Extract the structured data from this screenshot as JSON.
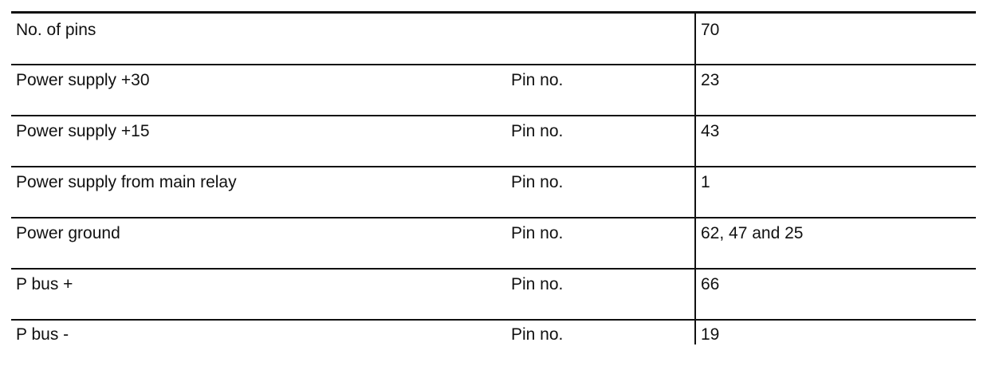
{
  "table": {
    "rows": [
      {
        "label": "No. of pins",
        "sublabel": "",
        "value": "70"
      },
      {
        "label": "Power supply +30",
        "sublabel": "Pin no.",
        "value": "23"
      },
      {
        "label": "Power supply +15",
        "sublabel": "Pin no.",
        "value": "43"
      },
      {
        "label": "Power supply from main relay",
        "sublabel": "Pin no.",
        "value": "1"
      },
      {
        "label": "Power ground",
        "sublabel": "Pin no.",
        "value": "62, 47 and 25"
      },
      {
        "label": "P bus +",
        "sublabel": "Pin no.",
        "value": "66"
      },
      {
        "label": "P bus -",
        "sublabel": "Pin no.",
        "value": "19"
      }
    ]
  }
}
